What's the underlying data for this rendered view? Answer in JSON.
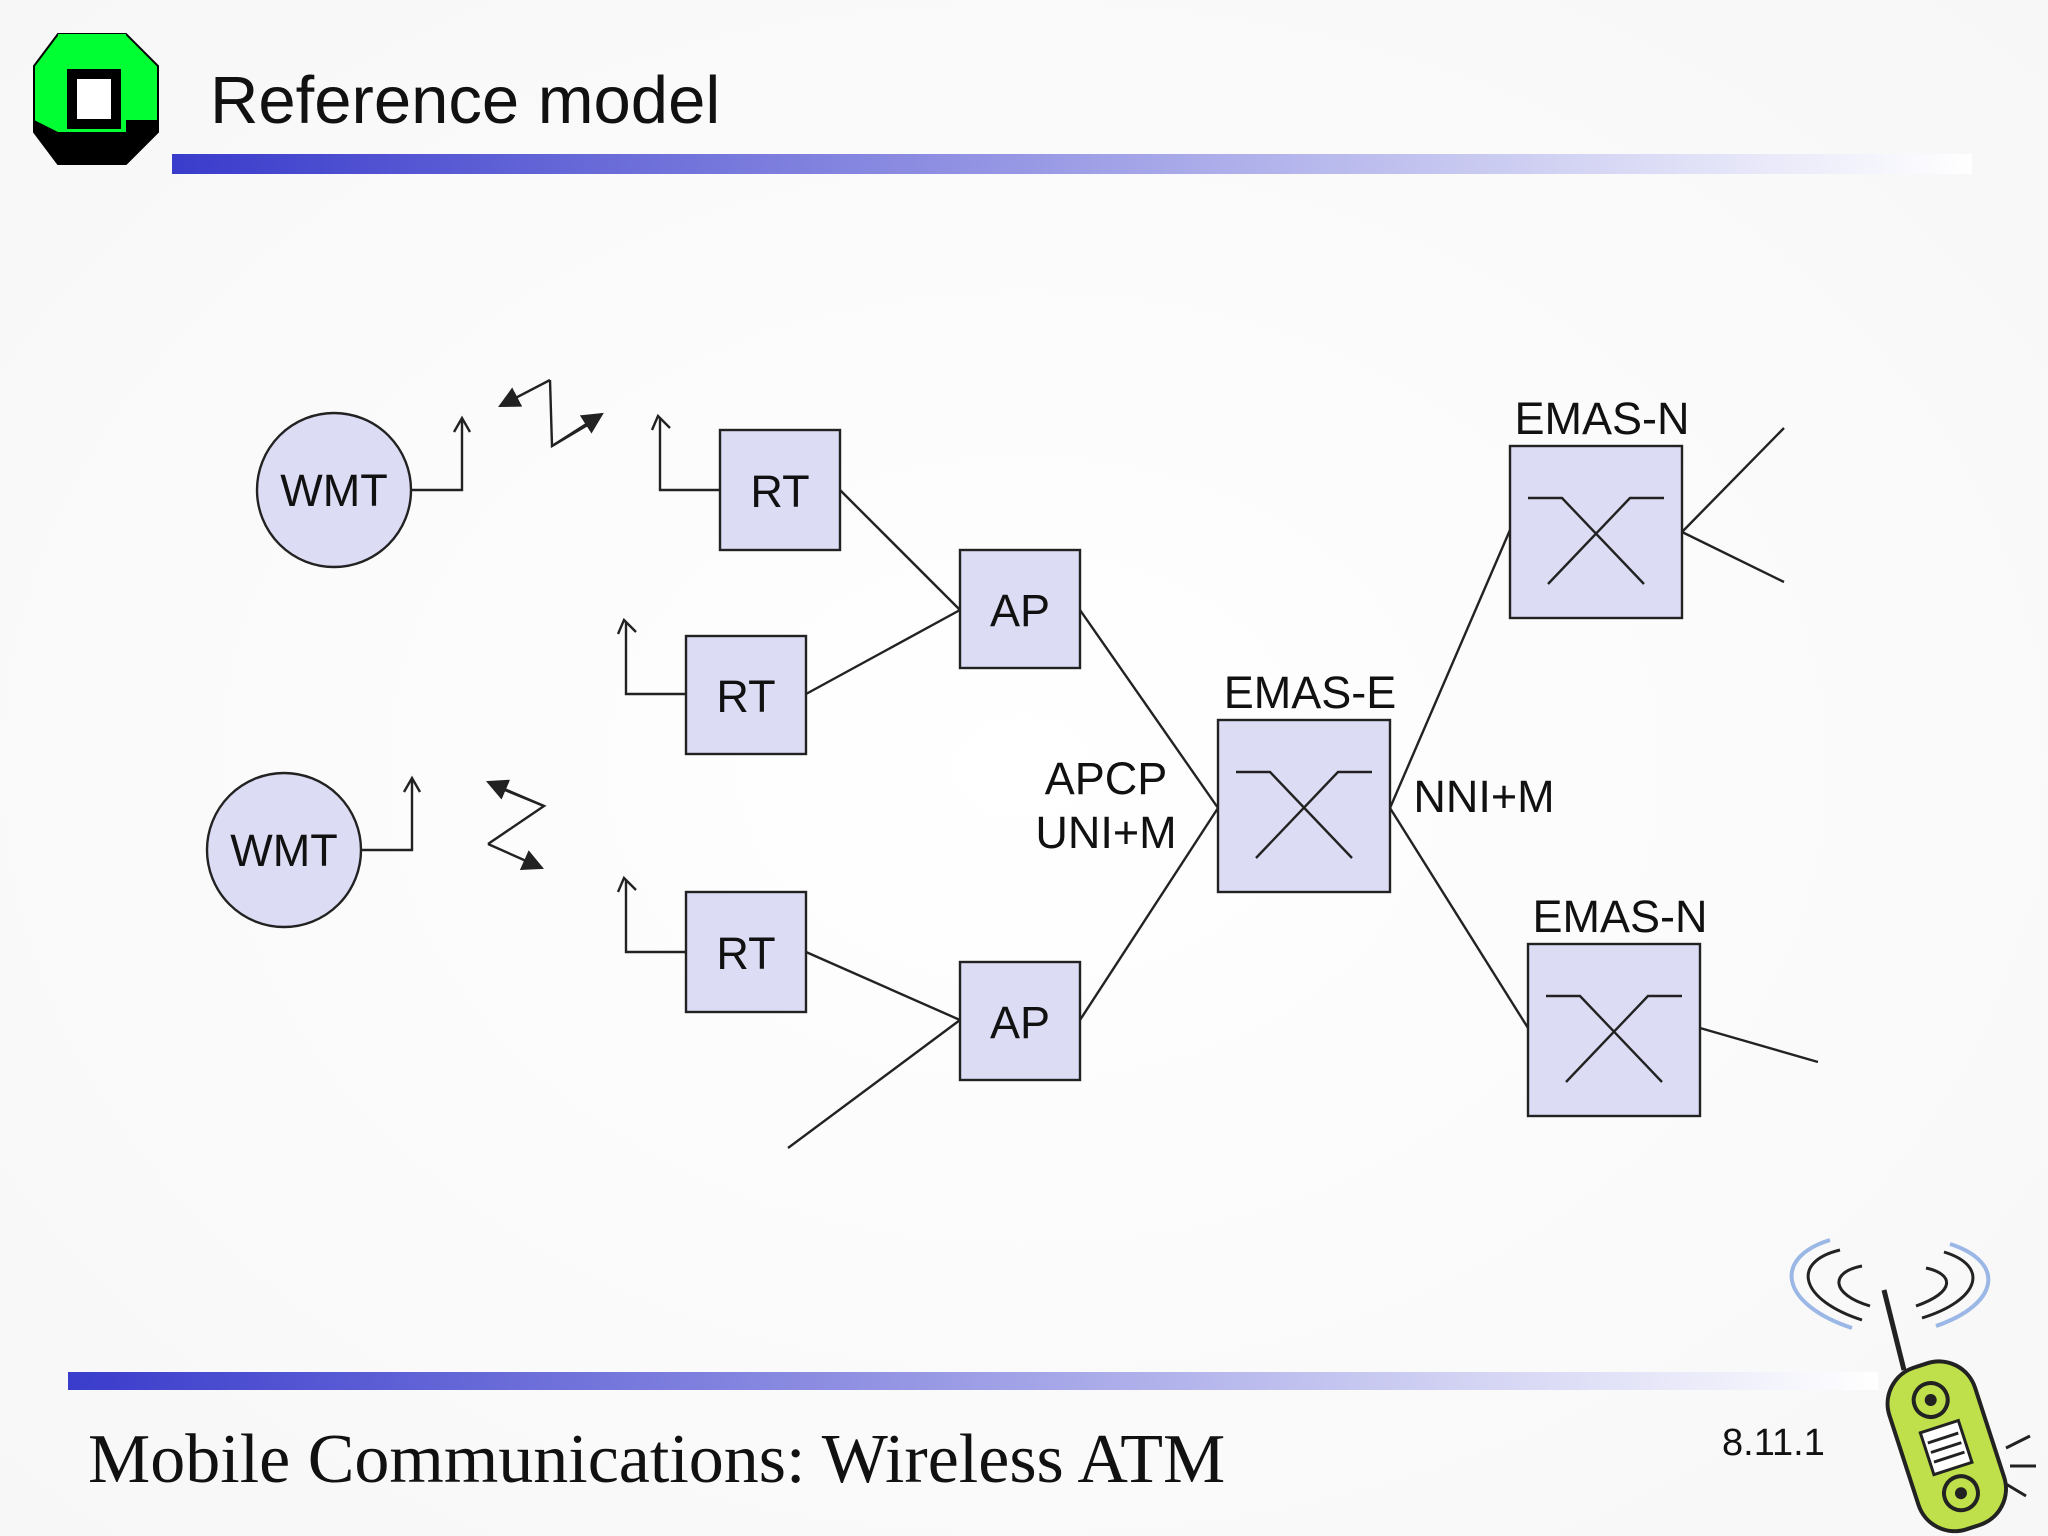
{
  "slide": {
    "title": "Reference model",
    "footer": "Mobile Communications: Wireless ATM",
    "number": "8.11.1"
  },
  "colors": {
    "node_fill": "#dcdcf4",
    "stroke": "#222222",
    "band_start": "#3a3ccc",
    "band_end": "#ffffff",
    "logo_green": "#00ff33",
    "logo_black": "#000000",
    "phone_green": "#bfe04a"
  },
  "diagram": {
    "nodes": {
      "wmt1": "WMT",
      "wmt2": "WMT",
      "rt1": "RT",
      "rt2": "RT",
      "rt3": "RT",
      "ap1": "AP",
      "ap2": "AP",
      "emas_e": "EMAS-E",
      "emas_n1": "EMAS-N",
      "emas_n2": "EMAS-N"
    },
    "interfaces": {
      "apcp": "APCP",
      "uni_m": "UNI+M",
      "nni_m": "NNI+M"
    }
  }
}
